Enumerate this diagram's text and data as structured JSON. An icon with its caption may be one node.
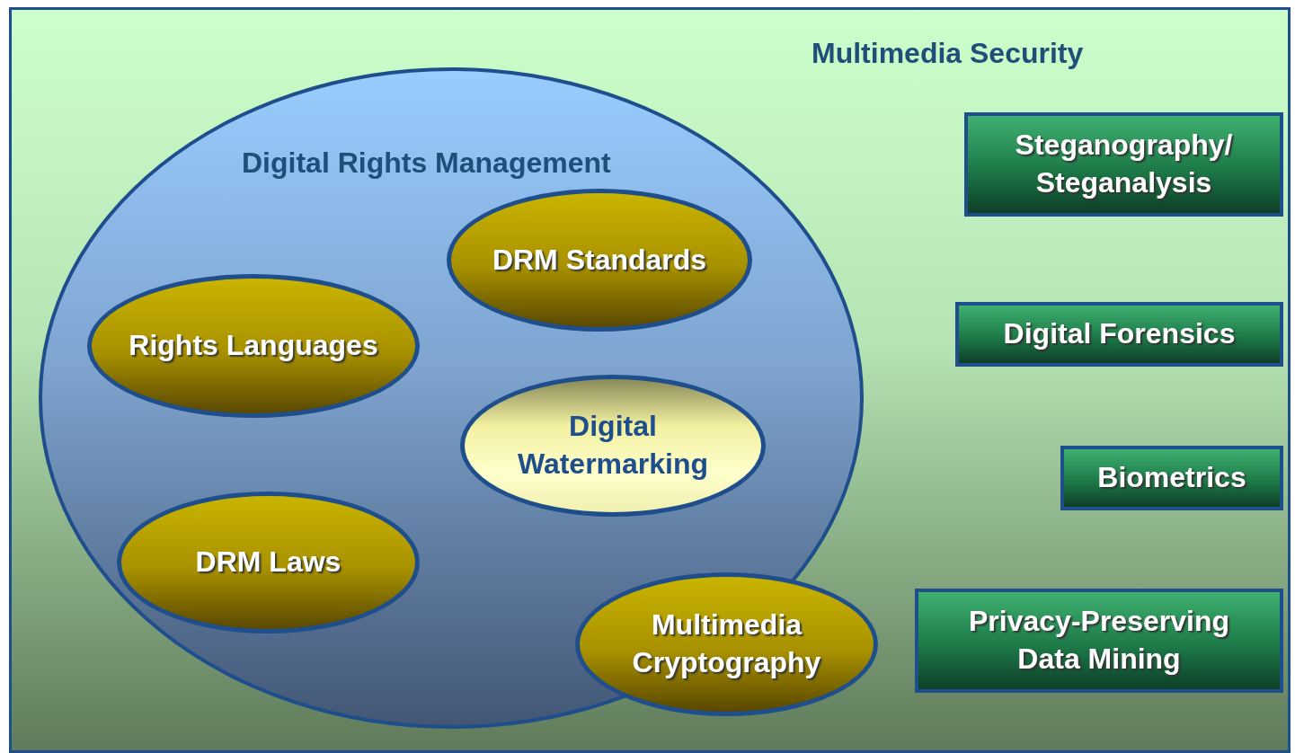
{
  "diagram": {
    "nodes": [
      {
        "text": [
          "Multimedia Security"
        ]
      },
      {
        "text": [
          "Digital Rights Management"
        ],
        "in": 0
      },
      {
        "text": [
          "DRM Standards"
        ],
        "in": 1
      },
      {
        "text": [
          "Rights Languages"
        ],
        "in": 1
      },
      {
        "text": [
          "Digital Watermarking"
        ],
        "in": 1
      },
      {
        "text": [
          "DRM Laws"
        ],
        "in": 1
      },
      {
        "text": [
          "Multimedia Cryptography"
        ],
        "in": 1
      },
      {
        "text": [
          "Steganography/ Steganalysis"
        ],
        "in": 0
      },
      {
        "text": [
          "Digital Forensics"
        ],
        "in": 0
      },
      {
        "text": [
          "Biometrics"
        ],
        "in": 0
      },
      {
        "text": [
          "Privacy-Preserving Data Mining"
        ],
        "in": 0
      }
    ]
  }
}
